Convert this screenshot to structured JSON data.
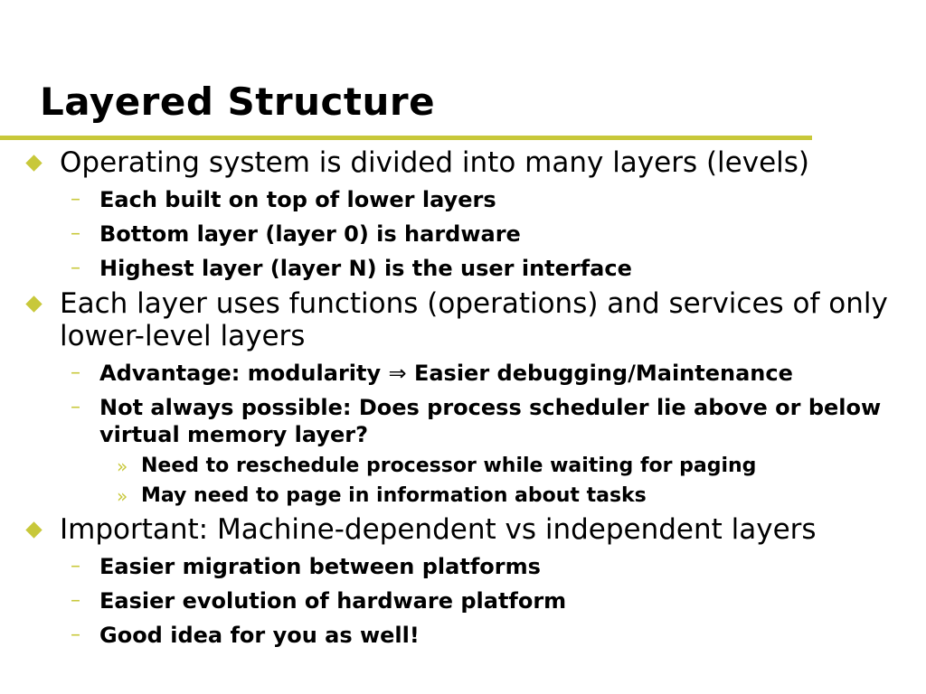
{
  "slide": {
    "title": "Layered Structure",
    "colors": {
      "accent_rule": "#c8c83a",
      "bullet_diamond": "#c8c83a",
      "sub_marker": "#c8c83a",
      "text": "#000000"
    },
    "bullets": [
      {
        "text": "Operating system is divided into many layers (levels)",
        "subs": [
          {
            "text": "Each built on top of lower layers"
          },
          {
            "text": "Bottom layer (layer 0) is hardware"
          },
          {
            "text": "Highest layer (layer N) is the user interface"
          }
        ]
      },
      {
        "text": "Each layer uses functions (operations) and services of only lower-level layers",
        "subs": [
          {
            "text_before": "Advantage: modularity",
            "arrow": "⇒",
            "text_after": "Easier debugging/Maintenance"
          },
          {
            "text": "Not always possible: Does process scheduler lie above or below virtual memory layer?",
            "subs": [
              {
                "text": "Need to reschedule processor while waiting for paging"
              },
              {
                "text": "May need to page in information about tasks"
              }
            ]
          }
        ]
      },
      {
        "text": "Important: Machine-dependent vs independent layers",
        "subs": [
          {
            "text": "Easier migration between platforms"
          },
          {
            "text": "Easier evolution of hardware platform"
          },
          {
            "text": "Good idea for you as well!"
          }
        ]
      }
    ],
    "markers": {
      "dash": "–",
      "raquo": "»"
    }
  }
}
